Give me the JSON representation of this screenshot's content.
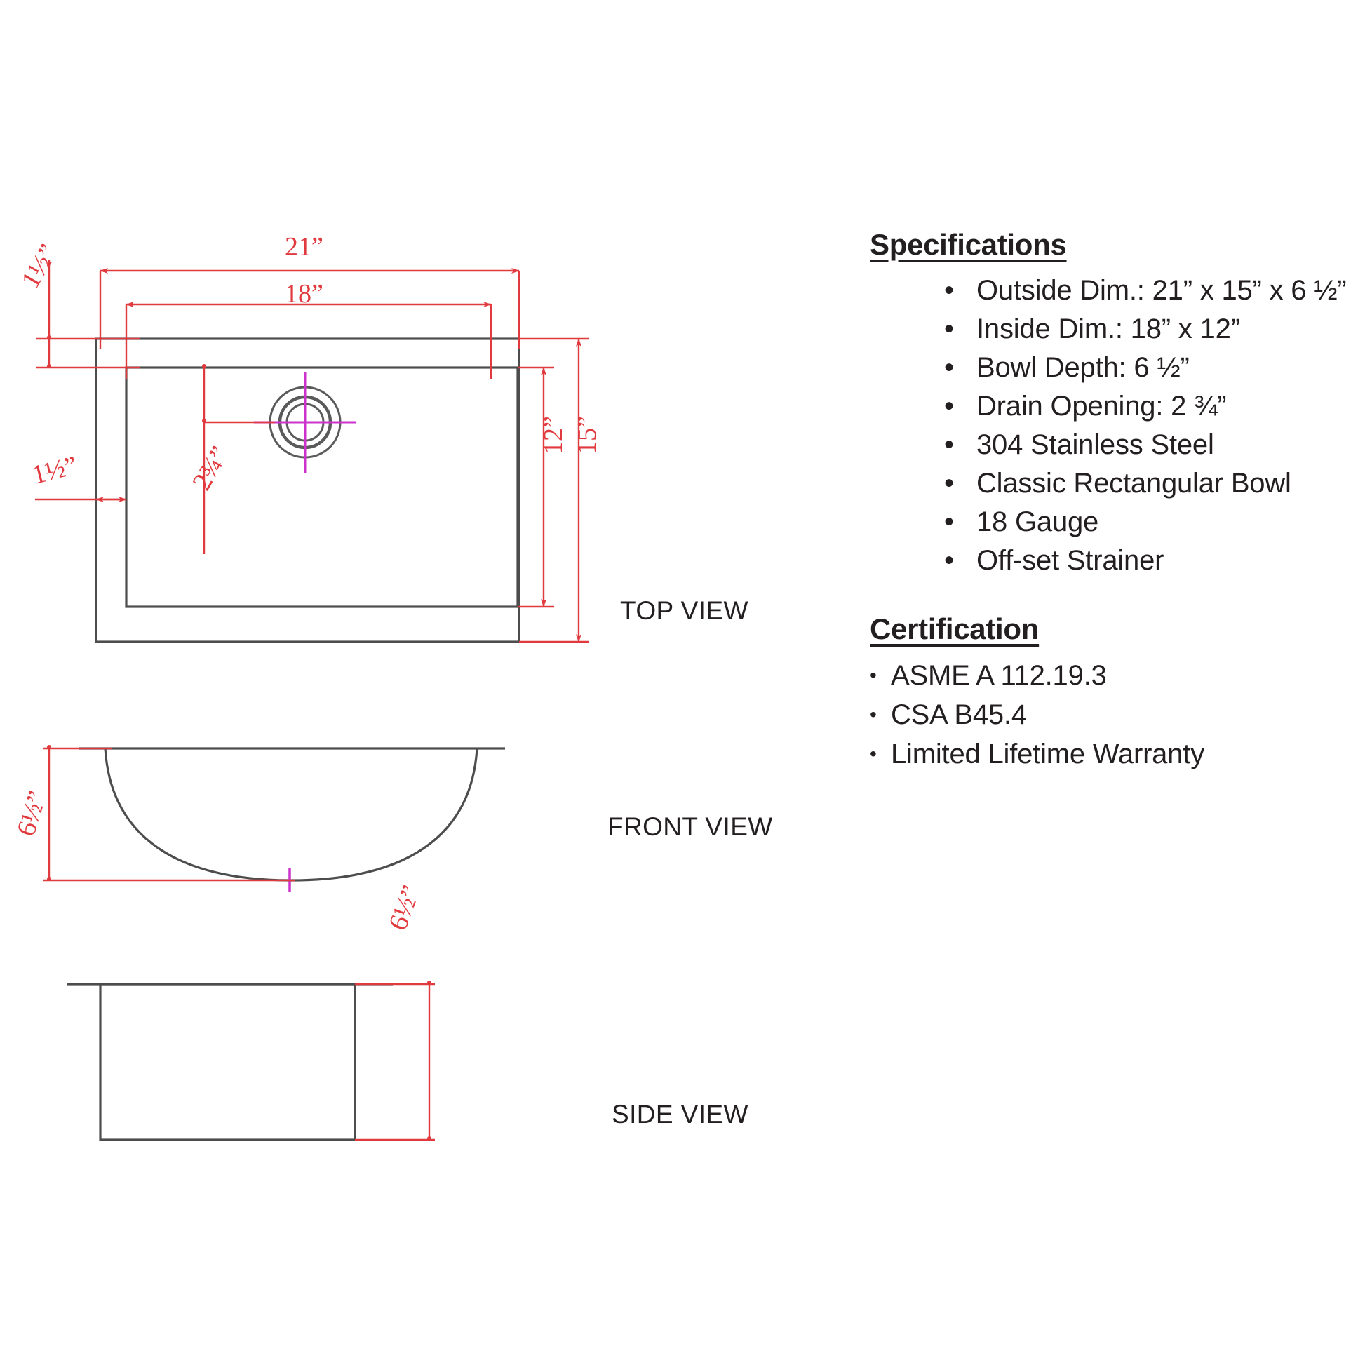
{
  "document": {
    "type": "sink-specification-drawing",
    "background_color": "#ffffff",
    "line_color": "#4d4d4d",
    "dimension_color": "#e03a3e",
    "centerline_color": "#cc33cc",
    "text_color": "#231f20"
  },
  "views": {
    "top": {
      "label": "TOP VIEW"
    },
    "front": {
      "label": "FRONT VIEW"
    },
    "side": {
      "label": "SIDE VIEW"
    }
  },
  "dimensions": {
    "outer_width": "21”",
    "inner_width": "18”",
    "outer_depth": "15”",
    "inner_depth": "12”",
    "rim_top": "1½”",
    "rim_left": "1½”",
    "drain_offset": "2¾”",
    "bowl_depth_front": "6½”",
    "bowl_depth_side": "6½”"
  },
  "specifications": {
    "heading": "Specifications",
    "bullet_glyph": "•",
    "items": [
      "Outside Dim.: 21” x 15” x 6 ½”",
      "Inside Dim.: 18” x 12”",
      "Bowl Depth: 6 ½”",
      "Drain Opening: 2 ¾”",
      "304 Stainless Steel",
      "Classic Rectangular Bowl",
      "18 Gauge",
      "Off-set Strainer"
    ]
  },
  "certification": {
    "heading": "Certification",
    "bullet_glyph": "•",
    "items": [
      "ASME A 112.19.3",
      "CSA B45.4",
      "Limited Lifetime Warranty"
    ]
  }
}
